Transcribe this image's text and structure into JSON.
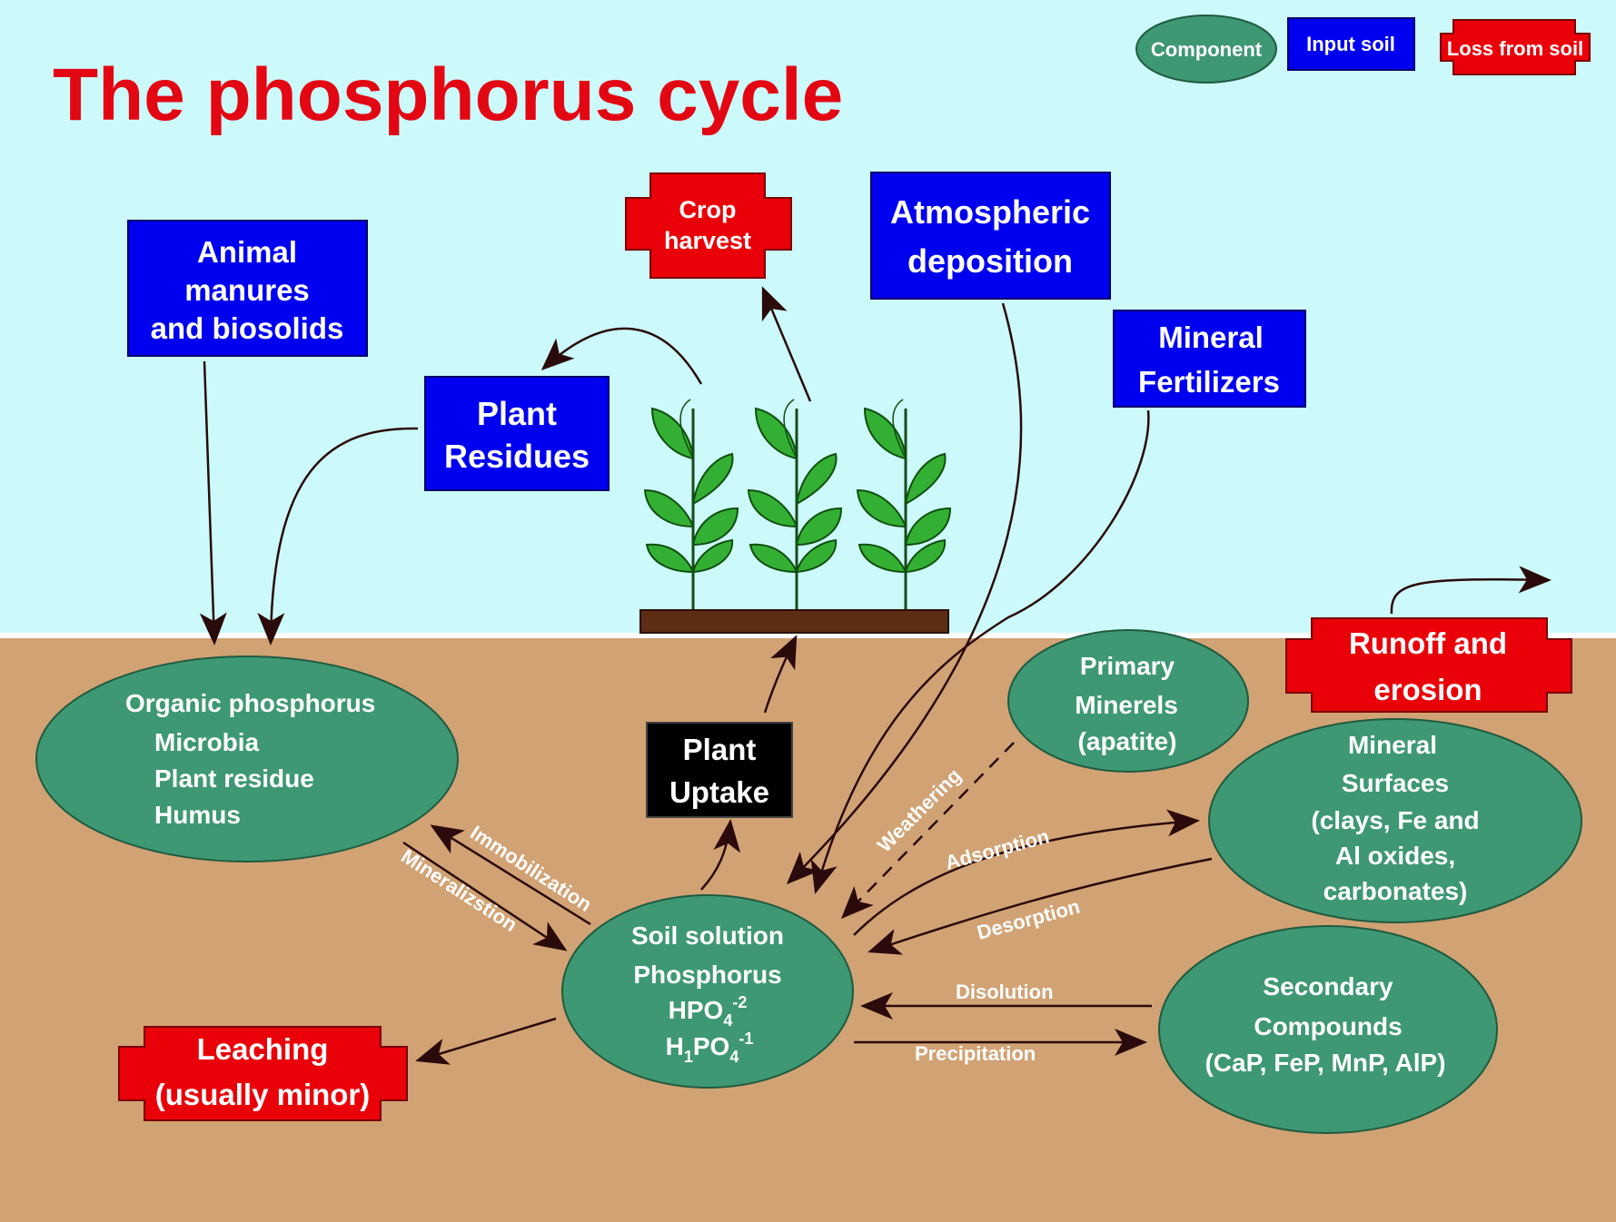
{
  "title": "The phosphorus cycle",
  "colors": {
    "sky": "#ccfafa",
    "soil": "#d1a274",
    "component": "#3e9873",
    "input": "#0000f0",
    "loss": "#ea0008",
    "arrow": "#2a0a0a",
    "title": "#e30613"
  },
  "legend": {
    "component": "Component",
    "input": "Input soil",
    "loss": "Loss from soil"
  },
  "inputs": {
    "animal_manures": [
      "Animal",
      "manures",
      "and biosolids"
    ],
    "plant_residues": [
      "Plant",
      "Residues"
    ],
    "atmospheric": [
      "Atmospheric",
      "deposition"
    ],
    "mineral_fertilizers": [
      "Mineral",
      "Fertilizers"
    ]
  },
  "losses": {
    "crop_harvest": [
      "Crop",
      "harvest"
    ],
    "runoff": [
      "Runoff and",
      "erosion"
    ],
    "leaching": [
      "Leaching",
      "(usually minor)"
    ]
  },
  "components": {
    "organic": [
      "Organic phosphorus",
      "Microbia",
      "Plant residue",
      "Humus"
    ],
    "primary": [
      "Primary",
      "Minerels",
      "(apatite)"
    ],
    "mineral_surfaces": [
      "Mineral",
      "Surfaces",
      "(clays, Fe and",
      "Al oxides,",
      "carbonates)"
    ],
    "soil_solution": {
      "line1": "Soil solution",
      "line2": "Phosphorus",
      "hpo4": "HPO",
      "hpo4_sub": "4",
      "hpo4_sup": "-2",
      "h1": "H",
      "h1_sub": "1",
      "po": "PO",
      "po_sub": "4",
      "po_sup": "-1"
    },
    "secondary": [
      "Secondary",
      "Compounds",
      "(CaP, FeP, MnP, AlP)"
    ]
  },
  "plant_uptake": [
    "Plant",
    "Uptake"
  ],
  "processes": {
    "immobilization": "Immobilization",
    "mineralization": "Mineralizstion",
    "weathering": "Weathering",
    "adsorption": "Adsorption",
    "desorption": "Desorption",
    "dissolution": "Disolution",
    "precipitation": "Precipitation"
  }
}
